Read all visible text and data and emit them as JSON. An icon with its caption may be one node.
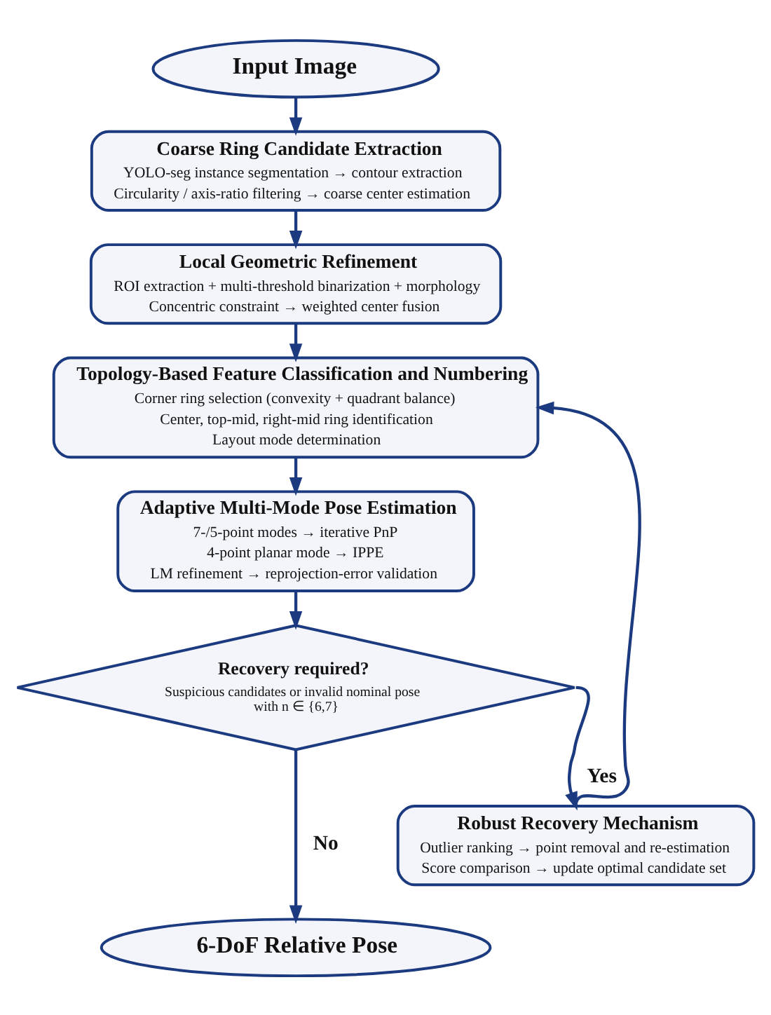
{
  "diagram": {
    "nodes": [
      {
        "text": [
          "Input Image"
        ]
      },
      {
        "text": [
          "Coarse Ring Candidate Extraction",
          "YOLO-seg instance segmentation → contour extraction",
          "Circularity / axis-ratio filtering → coarse center estimation"
        ]
      },
      {
        "text": [
          "Local Geometric Refinement",
          "ROI extraction + multi-threshold binarization + morphology",
          "Concentric constraint → weighted center fusion"
        ]
      },
      {
        "text": [
          "Topology-Based Feature Classification and Numbering",
          "Corner ring selection (convexity + quadrant balance)",
          "Center, top-mid, right-mid ring identification",
          "Layout mode determination"
        ]
      },
      {
        "text": [
          "Adaptive Multi-Mode Pose Estimation",
          "7-/5-point modes → iterative PnP",
          "4-point planar mode → IPPE",
          "LM refinement → reprojection-error validation"
        ]
      },
      {
        "text": [
          "Recovery required?",
          "Suspicious candidates or invalid nominal pose with n ∈ {6,7}"
        ]
      },
      {
        "text": [
          "Robust Recovery Mechanism",
          "Outlier ranking → point removal and re-estimation",
          "Score comparison → update optimal candidate set"
        ]
      },
      {
        "text": [
          "6-DoF Relative Pose"
        ]
      }
    ],
    "edges": [
      {
        "from": 0,
        "to": 1,
        "arrow": "to"
      },
      {
        "from": 1,
        "to": 2,
        "arrow": "to"
      },
      {
        "from": 2,
        "to": 3,
        "arrow": "to"
      },
      {
        "from": 3,
        "to": 4,
        "arrow": "to"
      },
      {
        "from": 4,
        "to": 5,
        "arrow": "to"
      },
      {
        "from": 5,
        "to": 6,
        "arrow": "to",
        "label": "Yes"
      },
      {
        "from": 6,
        "to": 3,
        "arrow": "to"
      },
      {
        "from": 5,
        "to": 7,
        "arrow": "to",
        "label": "No"
      }
    ]
  }
}
